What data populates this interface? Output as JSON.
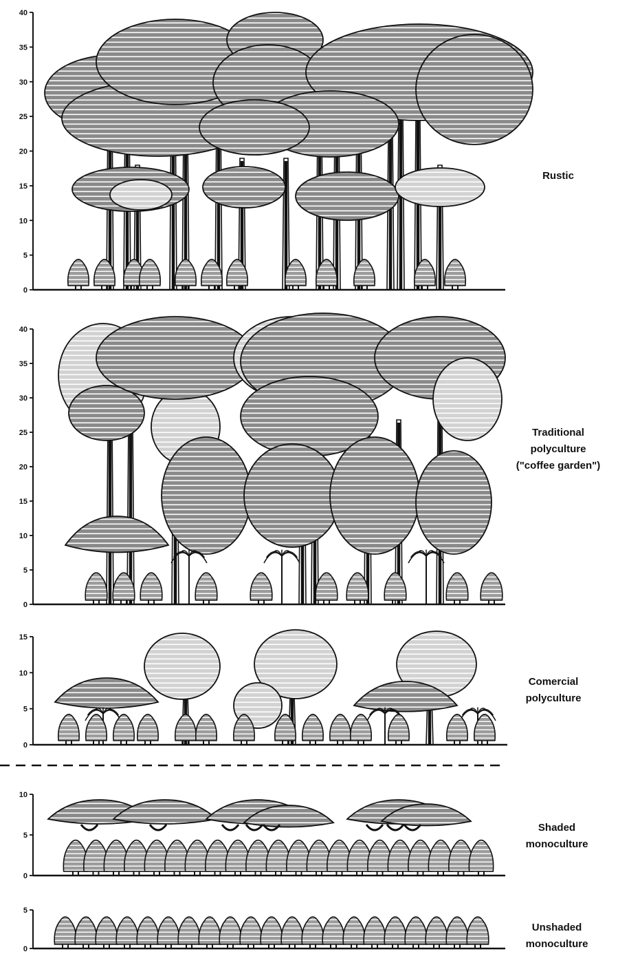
{
  "panels": [
    {
      "id": "rustic",
      "label_lines": [
        "Rustic"
      ],
      "y_ticks": [
        "0",
        "5",
        "10",
        "15",
        "20",
        "25",
        "30",
        "35",
        "40"
      ],
      "y_max": 40
    },
    {
      "id": "traditional-polyculture",
      "label_lines": [
        "Traditional",
        "polyculture",
        "(\"coffee garden\")"
      ],
      "y_ticks": [
        "0",
        "5",
        "10",
        "15",
        "20",
        "25",
        "30",
        "35",
        "40"
      ],
      "y_max": 40
    },
    {
      "id": "commercial-polyculture",
      "label_lines": [
        "Comercial",
        "polyculture"
      ],
      "y_ticks": [
        "0",
        "5",
        "10",
        "15"
      ],
      "y_max": 15
    },
    {
      "id": "shaded-monoculture",
      "label_lines": [
        "Shaded",
        "monoculture"
      ],
      "y_ticks": [
        "0",
        "5",
        "10"
      ],
      "y_max": 10
    },
    {
      "id": "unshaded-monoculture",
      "label_lines": [
        "Unshaded",
        "monoculture"
      ],
      "y_ticks": [
        "0",
        "5"
      ],
      "y_max": 5
    }
  ],
  "colors": {
    "ink": "#111111",
    "canopy_dark": "#8c8c8c",
    "canopy_light": "#cfcfcf",
    "canopy_stripe": "#ffffff",
    "coffee": "#9a9a9a"
  }
}
